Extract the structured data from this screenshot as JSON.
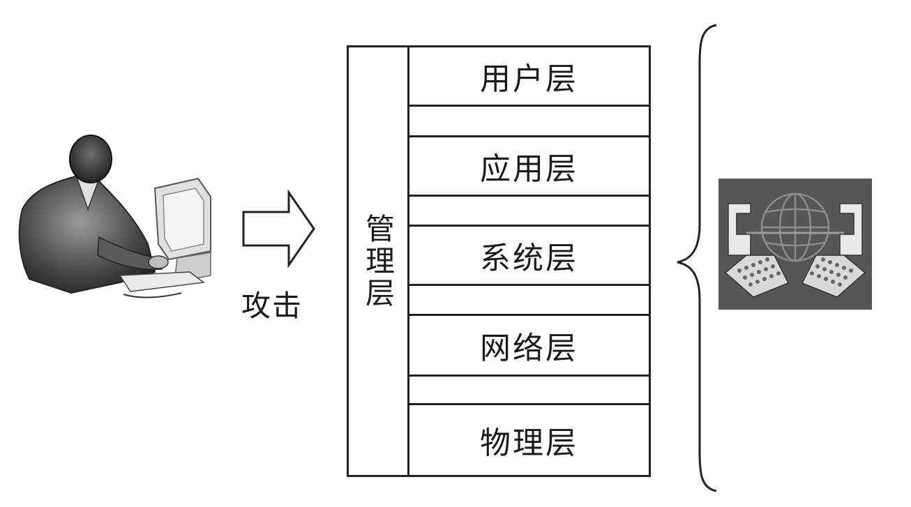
{
  "attack": {
    "label": "攻击"
  },
  "stack": {
    "management": "管理层",
    "layers": [
      {
        "label": "用户层"
      },
      {
        "label": "应用层"
      },
      {
        "label": "系统层"
      },
      {
        "label": "网络层"
      },
      {
        "label": "物理层"
      }
    ]
  },
  "icons": {
    "attacker": "person-at-computer-icon",
    "arrow": "right-arrow-icon",
    "brace": "curly-brace-icon",
    "network": "network-computers-globe-icon"
  },
  "colors": {
    "line": "#222222",
    "icon_background": "#555555"
  }
}
